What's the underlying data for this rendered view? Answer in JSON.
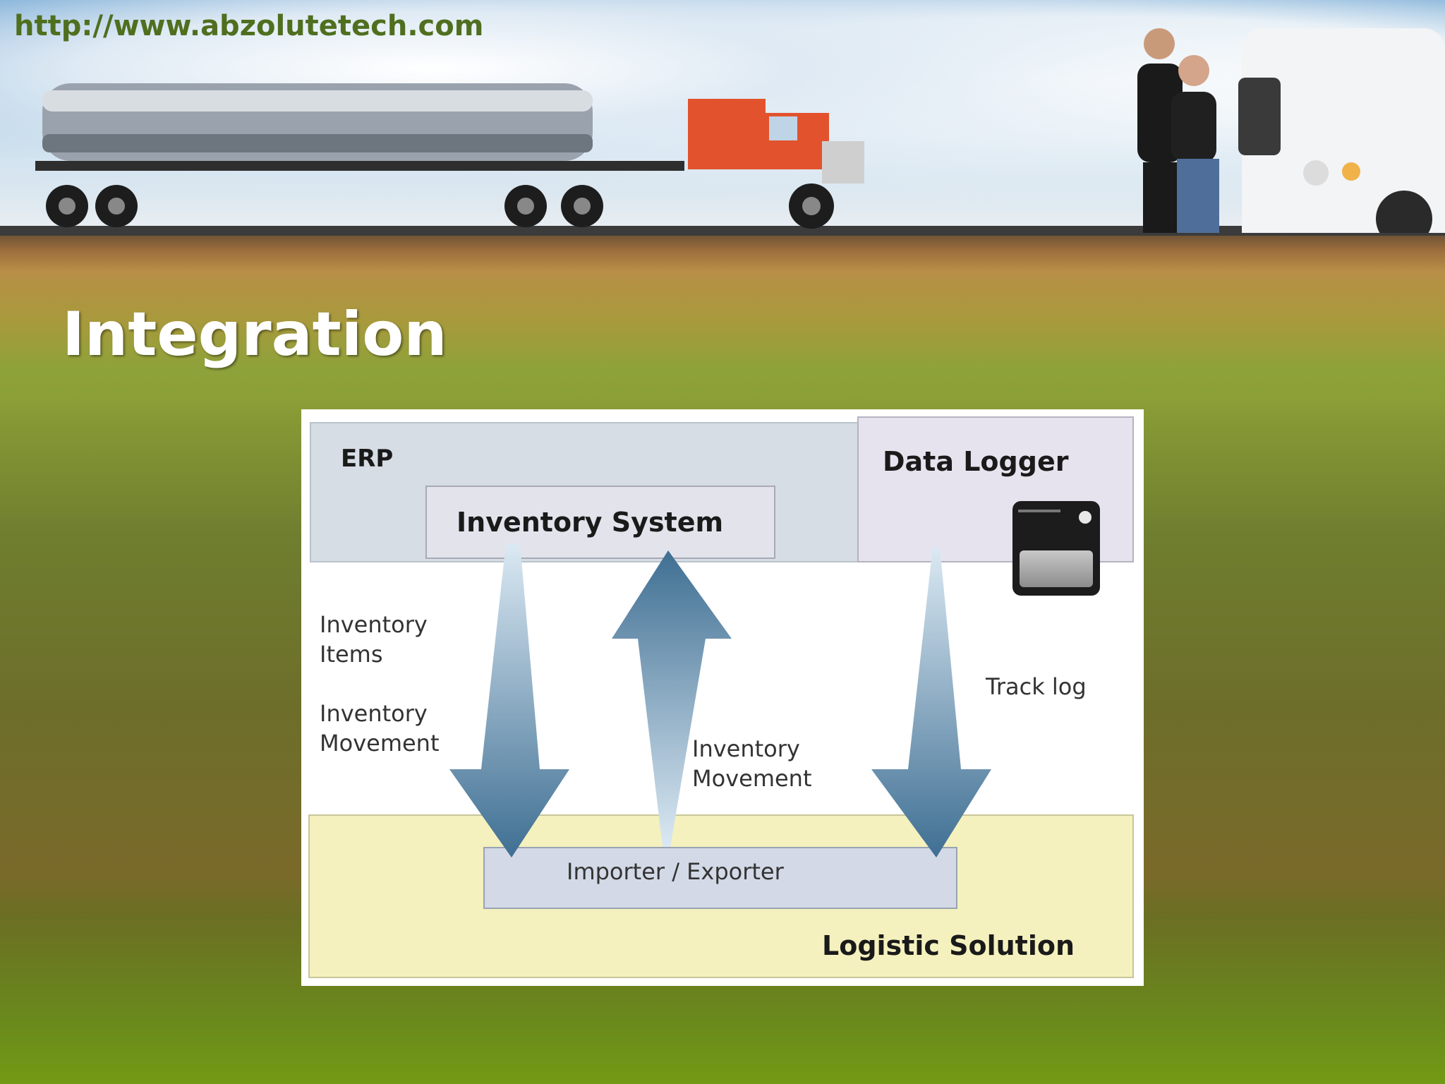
{
  "header": {
    "url": "http://www.abzolutetech.com"
  },
  "slide": {
    "title": "Integration"
  },
  "diagram": {
    "erp_label": "ERP",
    "inventory_system_label": "Inventory System",
    "data_logger_label": "Data Logger",
    "left_label_1_line1": "Inventory",
    "left_label_1_line2": "Items",
    "left_label_2_line1": "Inventory",
    "left_label_2_line2": "Movement",
    "middle_label_line1": "Inventory",
    "middle_label_line2": "Movement",
    "track_log_label": "Track log",
    "importer_exporter_label": "Importer / Exporter",
    "logistic_solution_label": "Logistic Solution"
  },
  "colors": {
    "arrow_dark": "#3f6f93",
    "arrow_light": "#dbe9f3",
    "title_text": "#ffffff",
    "url_text": "#4f6f1f"
  }
}
